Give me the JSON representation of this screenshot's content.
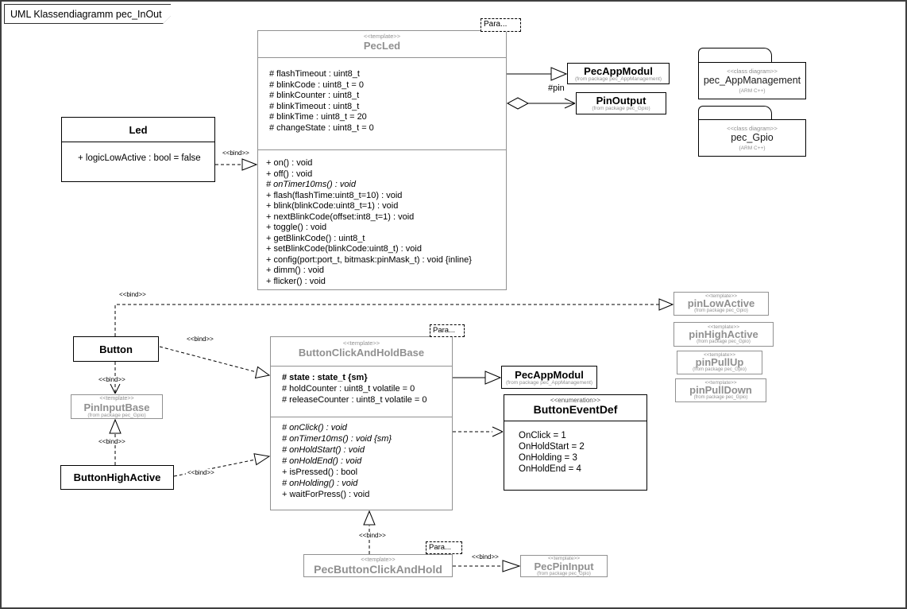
{
  "diagram": {
    "tab_title": "UML Klassendiagramm pec_InOut"
  },
  "labels": {
    "bind": "<<bind>>",
    "pin_role": "#pin",
    "para": "Para..."
  },
  "colors": {
    "muted_gray": "#909090",
    "line_black": "#000000",
    "background": "#ffffff"
  },
  "classes": {
    "pec_led": {
      "stereotype": "<<template>>",
      "name": "PecLed",
      "attributes": [
        "# flashTimeout : uint8_t",
        "# blinkCode : uint8_t = 0",
        "# blinkCounter : uint8_t",
        "# blinkTimeout : uint8_t",
        "# blinkTime : uint8_t = 20",
        "# changeState : uint8_t = 0"
      ],
      "methods": [
        "+ on() : void",
        "+ off() : void",
        "# onTimer10ms() : void",
        "+ flash(flashTime:uint8_t=10) : void",
        "+ blink(blinkCode:uint8_t=1) : void",
        "+ nextBlinkCode(offset:int8_t=1) : void",
        "+ toggle() : void",
        "+ getBlinkCode() : uint8_t",
        "+ setBlinkCode(blinkCode:uint8_t) : void",
        "+ config(port:port_t, bitmask:pinMask_t) : void {inline}",
        "+ dimm() : void",
        "+ flicker() : void"
      ]
    },
    "led": {
      "name": "Led",
      "attributes": [
        "+ logicLowActive : bool = false"
      ]
    },
    "pec_app_modul_top": {
      "name": "PecAppModul",
      "from": "(from package pec_AppManagement)"
    },
    "pin_output": {
      "name": "PinOutput",
      "from": "(from package pec_Gpio)"
    },
    "button": {
      "name": "Button"
    },
    "pin_input_base": {
      "stereotype": "<<template>>",
      "name": "PinInputBase",
      "from": "(from package pec_Gpio)"
    },
    "button_high_active": {
      "name": "ButtonHighActive"
    },
    "button_click_and_hold_base": {
      "stereotype": "<<template>>",
      "name": "ButtonClickAndHoldBase",
      "attributes": [
        "# state : state_t {sm}",
        "# holdCounter : uint8_t volatile = 0",
        "# releaseCounter : uint8_t volatile = 0"
      ],
      "methods": [
        "# onClick() : void",
        "# onTimer10ms() : void {sm}",
        "# onHoldStart() : void",
        "# onHoldEnd() : void",
        "+ isPressed() : bool",
        "# onHolding() : void",
        "+ waitForPress() : void"
      ]
    },
    "pec_app_modul_mid": {
      "name": "PecAppModul",
      "from": "(from package pec_AppManagement)"
    },
    "button_event_def": {
      "stereotype": "<<enumeration>>",
      "name": "ButtonEventDef",
      "literals": [
        "OnClick = 1",
        "OnHoldStart = 2",
        "OnHolding = 3",
        "OnHoldEnd = 4"
      ]
    },
    "pin_low_active": {
      "stereotype": "<<template>>",
      "name": "pinLowActive",
      "from": "(from package pec_Gpio)"
    },
    "pin_high_active": {
      "stereotype": "<<template>>",
      "name": "pinHighActive",
      "from": "(from package pec_Gpio)"
    },
    "pin_pull_up": {
      "stereotype": "<<template>>",
      "name": "pinPullUp",
      "from": "(from package pec_Gpio)"
    },
    "pin_pull_down": {
      "stereotype": "<<template>>",
      "name": "pinPullDown",
      "from": "(from package pec_Gpio)"
    },
    "pec_button_click_and_hold": {
      "stereotype": "<<template>>",
      "name": "PecButtonClickAndHold"
    },
    "pec_pin_input": {
      "stereotype": "<<template>>",
      "name": "PecPinInput",
      "from": "(from package pec_Gpio)"
    }
  },
  "packages": {
    "app_management": {
      "stereotype": "<<class diagram>>",
      "name": "pec_AppManagement",
      "tag": "{ARM C++}"
    },
    "gpio": {
      "stereotype": "<<class diagram>>",
      "name": "pec_Gpio",
      "tag": "{ARM C++}"
    }
  }
}
